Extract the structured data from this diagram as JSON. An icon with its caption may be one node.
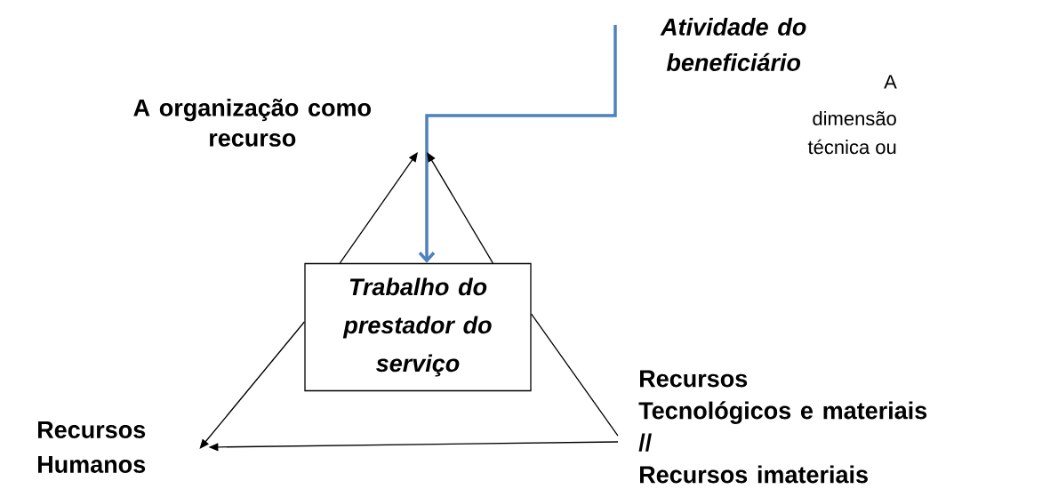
{
  "diagram": {
    "nodes": [
      {
        "text": [
          "A organização como recurso"
        ]
      },
      {
        "text": [
          "Atividade do beneficiário"
        ]
      },
      {
        "text": [
          "Trabalho do prestador do serviço"
        ]
      },
      {
        "text": [
          "Recursos Humanos"
        ]
      },
      {
        "text": [
          "Recursos Tecnológicos e materiais // Recursos imateriais"
        ]
      }
    ],
    "edges": [
      {
        "from": 1,
        "to": 2,
        "arrow": "to",
        "style": "thick",
        "color": "#4f81bd"
      },
      {
        "from": 2,
        "to": 0,
        "arrow": "to"
      },
      {
        "from": 2,
        "to": 0,
        "arrow": "to"
      },
      {
        "from": 2,
        "to": 3,
        "arrow": "to"
      },
      {
        "from": 2,
        "to": 4,
        "arrow": "none"
      },
      {
        "from": 4,
        "to": 3,
        "arrow": "to"
      }
    ],
    "labels": [
      "A",
      "dimensão",
      "técnica ou"
    ]
  }
}
